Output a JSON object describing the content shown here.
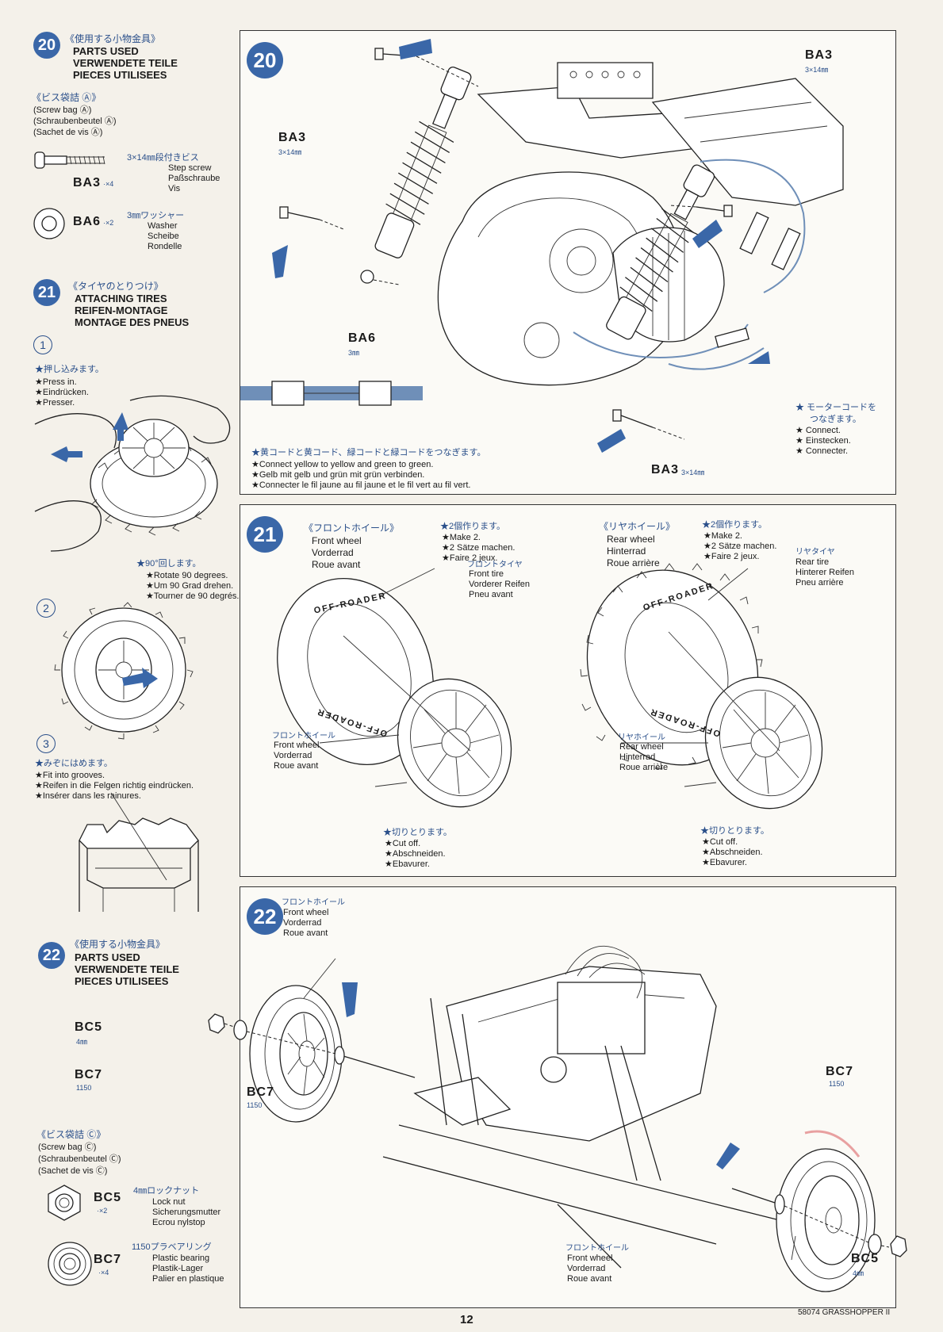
{
  "left": {
    "s20": {
      "num": "20",
      "jp_title": "《使用する小物金具》",
      "t_en": "PARTS USED",
      "t_de": "VERWENDETE TEILE",
      "t_fr": "PIECES UTILISEES",
      "bag_jp": "《ビス袋詰 Ⓐ》",
      "bag_en": "(Screw bag Ⓐ)",
      "bag_de": "(Schraubenbeutel Ⓐ)",
      "bag_fr": "(Sachet de vis Ⓐ)",
      "p1_code": "BA3",
      "p1_qty": "·×4",
      "p1_jp": "3×14㎜段付きビス",
      "p1_en": "Step screw",
      "p1_de": "Paßschraube",
      "p1_fr": "Vis",
      "p2_code": "BA6",
      "p2_qty": "·×2",
      "p2_jp": "3㎜ワッシャー",
      "p2_en": "Washer",
      "p2_de": "Scheibe",
      "p2_fr": "Rondelle"
    },
    "s21": {
      "num": "21",
      "jp_title": "《タイヤのとりつけ》",
      "t_en": "ATTACHING TIRES",
      "t_de": "REIFEN-MONTAGE",
      "t_fr": "MONTAGE DES PNEUS",
      "step1": "1",
      "press_jp": "★押し込みます。",
      "press_en": "★Press in.",
      "press_de": "★Eindrücken.",
      "press_fr": "★Presser.",
      "rot_jp": "★90°回します。",
      "rot_en": "★Rotate 90 degrees.",
      "rot_de": "★Um 90 Grad drehen.",
      "rot_fr": "★Tourner de 90 degrés.",
      "step2": "2",
      "step3": "3",
      "fit_jp": "★みぞにはめます。",
      "fit_en": "★Fit into grooves.",
      "fit_de": "★Reifen in die Felgen richtig eindrücken.",
      "fit_fr": "★Insérer dans les rainures."
    },
    "s22": {
      "num": "22",
      "jp_title": "《使用する小物金具》",
      "t_en": "PARTS USED",
      "t_de": "VERWENDETE TEILE",
      "t_fr": "PIECES UTILISEES",
      "bag_jp": "《ビス袋詰 Ⓒ》",
      "bag_en": "(Screw bag Ⓒ)",
      "bag_de": "(Schraubenbeutel Ⓒ)",
      "bag_fr": "(Sachet de vis Ⓒ)",
      "p1_code": "BC5",
      "p1_qty": "·×2",
      "p1_jp": "4㎜ロックナット",
      "p1_en": "Lock nut",
      "p1_de": "Sicherungsmutter",
      "p1_fr": "Ecrou nylstop",
      "p2_code": "BC7",
      "p2_qty": "·×4",
      "p2_jp": "1150プラベアリング",
      "p2_en": "Plastic bearing",
      "p2_de": "Plastik-Lager",
      "p2_fr": "Palier en plastique"
    }
  },
  "p20": {
    "num": "20",
    "ba3_top": "BA3",
    "ba3_top_sz": "3×14㎜",
    "ba3_left": "BA3",
    "ba3_left_sz": "3×14㎜",
    "ba6": "BA6",
    "ba6_sz": "3㎜",
    "ba3_bot": "BA3",
    "ba3_bot_sz": "3×14㎜",
    "conn_jp": "★黄コードと黄コード、緑コードと緑コードをつなぎます。",
    "conn_en": "★Connect yellow to yellow and green to green.",
    "conn_de": "★Gelb mit gelb und grün mit grün verbinden.",
    "conn_fr": "★Connecter le fil jaune au fil jaune et le fil vert au fil vert.",
    "motor_jp1": "★ モーターコードを",
    "motor_jp2": "つなぎます。",
    "motor_en": "★ Connect.",
    "motor_de": "★ Einstecken.",
    "motor_fr": "★ Connecter."
  },
  "p21": {
    "num": "21",
    "fw_jp": "《フロントホイール》",
    "fw_en": "Front wheel",
    "fw_de": "Vorderrad",
    "fw_fr": "Roue avant",
    "make_jp": "★2個作ります。",
    "make_en": "★Make 2.",
    "make_de": "★2 Sätze machen.",
    "make_fr": "★Faire 2 jeux.",
    "rw_jp": "《リヤホイール》",
    "rw_en": "Rear wheel",
    "rw_de": "Hinterrad",
    "rw_fr": "Roue arrière",
    "make2_jp": "★2個作ります。",
    "make2_en": "★Make 2.",
    "make2_de": "★2 Sätze machen.",
    "make2_fr": "★Faire 2 jeux.",
    "ft_jp": "フロントタイヤ",
    "ft_en": "Front tire",
    "ft_de": "Vorderer Reifen",
    "ft_fr": "Pneu avant",
    "rt_jp": "リヤタイヤ",
    "rt_en": "Rear tire",
    "rt_de": "Hinterer Reifen",
    "rt_fr": "Pneu arrière",
    "fwh_jp": "フロントホイール",
    "fwh_en": "Front wheel",
    "fwh_de": "Vorderrad",
    "fwh_fr": "Roue avant",
    "rwh_jp": "リヤホイール",
    "rwh_en": "Rear wheel",
    "rwh_de": "Hinterrad",
    "rwh_fr": "Roue arrière",
    "cut_jp": "★切りとります。",
    "cut_en": "★Cut off.",
    "cut_de": "★Abschneiden.",
    "cut_fr": "★Ebavurer.",
    "cut2_jp": "★切りとります。",
    "cut2_en": "★Cut off.",
    "cut2_de": "★Abschneiden.",
    "cut2_fr": "★Ebavurer.",
    "tire_text": "OFF-ROADER"
  },
  "p22": {
    "num": "22",
    "fw_jp": "フロントホイール",
    "fw_en": "Front wheel",
    "fw_de": "Vorderrad",
    "fw_fr": "Roue avant",
    "bc5_l": "BC5",
    "bc5_l_sz": "4㎜",
    "bc7_l": "BC7",
    "bc7_l_sz": "1150",
    "bc7_m": "BC7",
    "bc7_m_sz": "1150",
    "bc7_r": "BC7",
    "bc7_r_sz": "1150",
    "bc5_r": "BC5",
    "bc5_r_sz": "4㎜",
    "fw2_jp": "フロントホイール",
    "fw2_en": "Front wheel",
    "fw2_de": "Vorderrad",
    "fw2_fr": "Roue avant"
  },
  "footer": {
    "page": "12",
    "model": "58074 GRASSHOPPER II"
  },
  "colors": {
    "accent": "#3a67a8",
    "paper": "#f4f1ea"
  }
}
